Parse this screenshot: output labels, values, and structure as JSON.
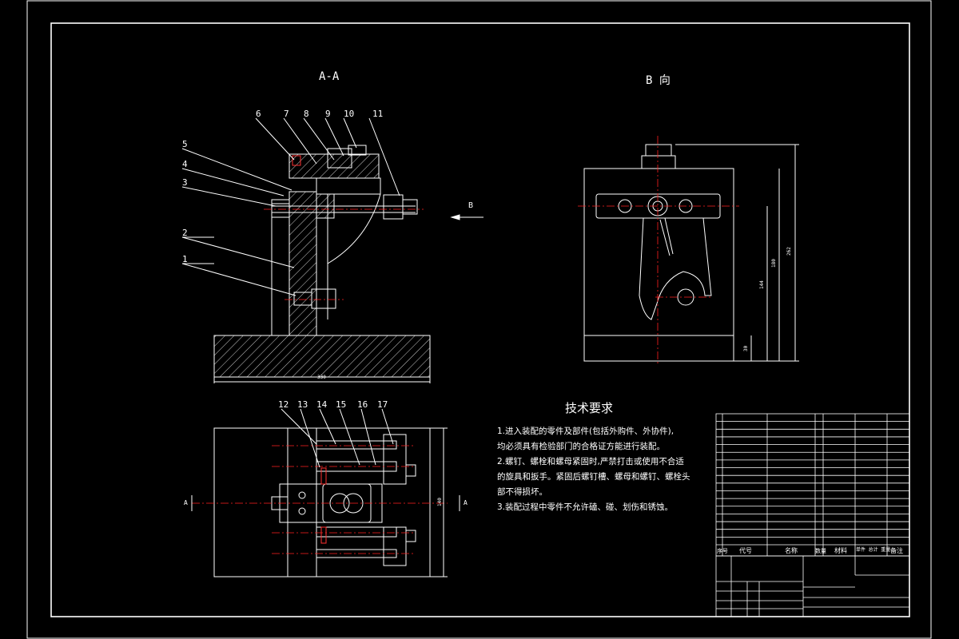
{
  "views": {
    "section_aa": "A-A",
    "view_b": "B 向"
  },
  "arrow_b_label": "B",
  "section_marks": {
    "left": "A",
    "right": "A"
  },
  "balloons_top": [
    "1",
    "2",
    "3",
    "4",
    "5",
    "6",
    "7",
    "8",
    "9",
    "10",
    "11"
  ],
  "balloons_bottom": [
    "12",
    "13",
    "14",
    "15",
    "16",
    "17"
  ],
  "dimensions": {
    "base_width": "330",
    "plan_height": "140",
    "b_height_total": "262",
    "b_height_mid": "180",
    "b_fit": "144",
    "b_small": "30"
  },
  "tech_requirements": {
    "title": "技术要求",
    "lines": [
      "1.进入装配的零件及部件(包括外购件、外协件),",
      "均必须具有检验部门的合格证方能进行装配。",
      "2.螺钉、螺栓和螺母紧固时,严禁打击或使用不合适",
      "的旋具和扳手。紧固后螺钉槽、螺母和螺钉、螺栓头",
      "部不得损坏。",
      "3.装配过程中零件不允许磕、碰、划伤和锈蚀。"
    ]
  },
  "bom": {
    "headers": [
      "序号",
      "代号",
      "名称",
      "数量",
      "材料",
      "单件 总计 重量",
      "备注"
    ]
  },
  "colors": {
    "background": "#000000",
    "lines": "#ffffff",
    "centerline": "#ff2020",
    "highlight": "#ff3030"
  }
}
